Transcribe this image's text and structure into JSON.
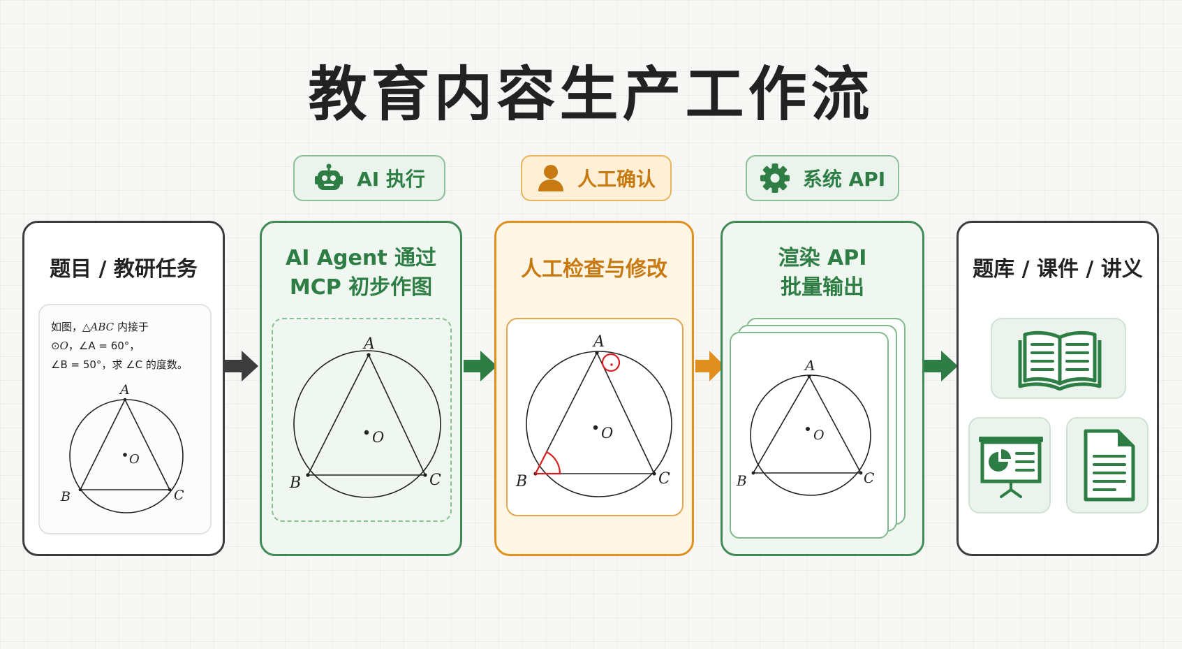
{
  "title": "教育内容生产工作流",
  "phases": [
    {
      "label": "AI 执行",
      "icon": "robot-icon",
      "color": "#2e7d45"
    },
    {
      "label": "人工确认",
      "icon": "person-icon",
      "color": "#c77a12"
    },
    {
      "label": "系统 API",
      "icon": "gear-icon",
      "color": "#2e7d45"
    }
  ],
  "stages": [
    {
      "title": "题目 / 教研任务"
    },
    {
      "title_line1": "AI Agent 通过",
      "title_line2": "MCP 初步作图"
    },
    {
      "title": "人工检查与修改"
    },
    {
      "title_line1": "渲染 API",
      "title_line2": "批量输出"
    },
    {
      "title": "题库 / 课件 / 讲义"
    }
  ],
  "problem": {
    "line1_prefix": "如图，△",
    "line1_tri": "ABC",
    "line1_suffix": " 内接于",
    "line2_prefix": "⊙",
    "line2_circle": "O",
    "line2_angle": "，∠A = 60°，",
    "line3_angle": "∠B = 50°，",
    "line3_suffix": "求 ∠C 的度数。"
  },
  "figure_labels": {
    "a": "A",
    "b": "B",
    "c": "C",
    "o": "O"
  },
  "colors": {
    "green": "#2e7d45",
    "orange": "#c77a12",
    "dark": "#3c3c3c",
    "highlight": "#d81e1e"
  }
}
